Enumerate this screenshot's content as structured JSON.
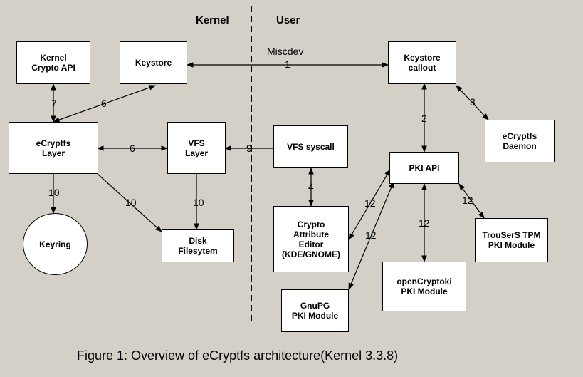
{
  "headers": {
    "kernel": "Kernel",
    "user": "User",
    "miscdev": "Miscdev"
  },
  "boxes": {
    "kernel_crypto_api": "Kernel\nCrypto API",
    "keystore": "Keystore",
    "keystore_callout": "Keystore\ncallout",
    "ecryptfs_layer": "eCryptfs\nLayer",
    "vfs_layer": "VFS\nLayer",
    "vfs_syscall": "VFS syscall",
    "ecryptfs_daemon": "eCryptfs\nDaemon",
    "pki_api": "PKI API",
    "keyring": "Keyring",
    "disk_filesystem": "Disk\nFilesytem",
    "crypto_attribute_editor": "Crypto\nAttribute\nEditor\n(KDE/GNOME)",
    "trousers_tpm": "TrouSerS TPM\nPKI Module",
    "opencryptoki": "openCryptoki\nPKI Module",
    "gnupg": "GnuPG\nPKI Module"
  },
  "edges": [
    {
      "id": "keystore-callout",
      "label": "1"
    },
    {
      "id": "callout-pki",
      "label": "2"
    },
    {
      "id": "callout-daemon",
      "label": "3"
    },
    {
      "id": "syscall-editor",
      "label": "4"
    },
    {
      "id": "ecryptfs-keystore",
      "label": "6"
    },
    {
      "id": "ecryptfs-vfs",
      "label": "6"
    },
    {
      "id": "api-ecryptfs",
      "label": "7"
    },
    {
      "id": "syscall-vfs",
      "label": "9"
    },
    {
      "id": "ecryptfs-keyring",
      "label": "10"
    },
    {
      "id": "ecryptfs-disk",
      "label": "10"
    },
    {
      "id": "vfs-disk",
      "label": "10"
    },
    {
      "id": "editor-pki",
      "label": "12"
    },
    {
      "id": "gnupg-pki",
      "label": "12"
    },
    {
      "id": "pki-opencryptoki",
      "label": "12"
    },
    {
      "id": "pki-trousers",
      "label": "12"
    }
  ],
  "caption": "Figure 1: Overview of eCryptfs architecture(Kernel 3.3.8)"
}
